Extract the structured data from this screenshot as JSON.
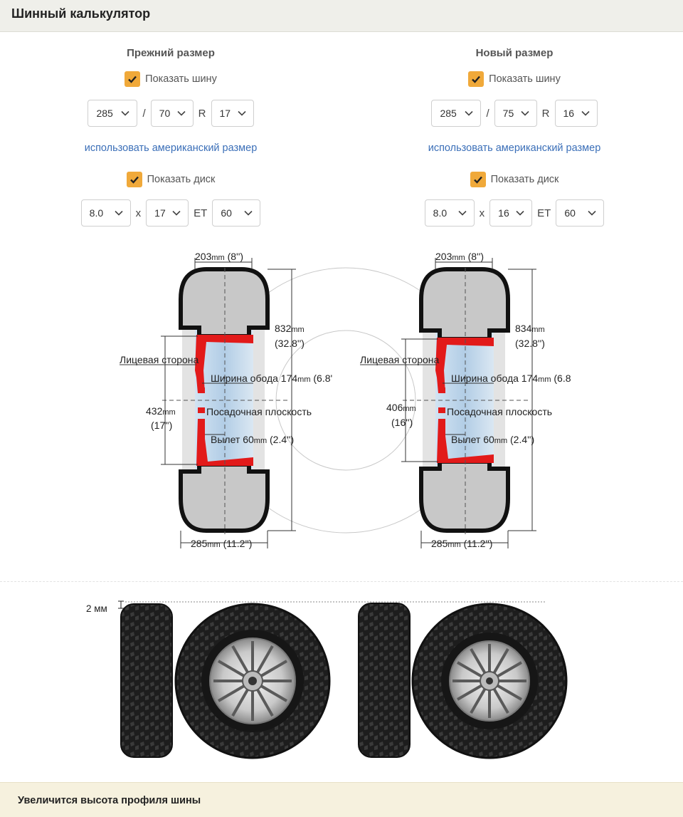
{
  "title": "Шинный калькулятор",
  "old": {
    "heading": "Прежний размер",
    "show_tire": "Показать шину",
    "width": "285",
    "sep1": "/",
    "profile": "70",
    "r_label": "R",
    "diameter": "17",
    "american_link": "использовать американский размер",
    "show_disc": "Показать диск",
    "rim_width": "8.0",
    "x_label": "x",
    "rim_diameter": "17",
    "et_label": "ET",
    "offset": "60",
    "diagram": {
      "top_width": "203",
      "top_width_in": "(8'')",
      "height": "832",
      "height_in": "(32.8'')",
      "face_side": "Лицевая сторона",
      "rim_width_label": "Ширина обода",
      "rim_width_val": "174",
      "rim_width_in": "(6.8'",
      "rim_diam": "432",
      "rim_diam_in": "(17'')",
      "seating": "Посадочная плоскость",
      "offset_label": "Вылет",
      "offset_val": "60",
      "offset_in": "(2.4'')",
      "bottom_width": "285",
      "bottom_width_in": "(11.2'')"
    }
  },
  "new": {
    "heading": "Новый размер",
    "show_tire": "Показать шину",
    "width": "285",
    "sep1": "/",
    "profile": "75",
    "r_label": "R",
    "diameter": "16",
    "american_link": "использовать американский размер",
    "show_disc": "Показать диск",
    "rim_width": "8.0",
    "x_label": "x",
    "rim_diameter": "16",
    "et_label": "ET",
    "offset": "60",
    "diagram": {
      "top_width": "203",
      "top_width_in": "(8'')",
      "height": "834",
      "height_in": "(32.8'')",
      "face_side": "Лицевая сторона",
      "rim_width_label": "Ширина обода",
      "rim_width_val": "174",
      "rim_width_in": "(6.8",
      "rim_diam": "406",
      "rim_diam_in": "(16'')",
      "seating": "Посадочная плоскость",
      "offset_label": "Вылет",
      "offset_val": "60",
      "offset_in": "(2.4'')",
      "bottom_width": "285",
      "bottom_width_in": "(11.2'')"
    }
  },
  "unit": "mm",
  "height_diff": "2 мм",
  "result": "Увеличится высота профиля шины",
  "colors": {
    "accent": "#f0a93a",
    "link": "#3b6fb8",
    "rim": "#e21a1a",
    "tire_fill": "#c8c8c8"
  }
}
